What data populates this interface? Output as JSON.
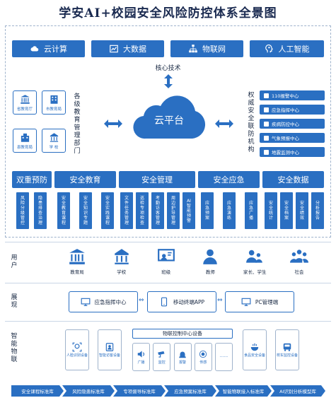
{
  "title": "学安AI+校园安全风险防控体系全景图",
  "top_modules": [
    {
      "label": "云计算",
      "icon": "cloud-icon"
    },
    {
      "label": "大数据",
      "icon": "chart-icon"
    },
    {
      "label": "物联网",
      "icon": "network-icon"
    },
    {
      "label": "人工智能",
      "icon": "ai-head-icon"
    }
  ],
  "core_label": "核心技术",
  "cloud_label": "云平台",
  "left_orgs": [
    {
      "label": "省教育厅",
      "icon": "bank-icon"
    },
    {
      "label": "市教育局",
      "icon": "building-icon"
    },
    {
      "label": "县教育局",
      "icon": "building-icon"
    },
    {
      "label": "学 校",
      "icon": "school-icon"
    }
  ],
  "left_caption": "各级教育管理部门",
  "right_caption": "权威安全联防机构",
  "right_agencies": [
    {
      "label": "110报警中心"
    },
    {
      "label": "应急指挥中心"
    },
    {
      "label": "疾病防控中心"
    },
    {
      "label": "气象预报中心"
    },
    {
      "label": "地震监测中心"
    }
  ],
  "categories": [
    {
      "label": "双重预防",
      "items": [
        "风险分级管控",
        "隐患排查治理"
      ]
    },
    {
      "label": "安全教育",
      "items": [
        "安全教育课程",
        "安全知识专题",
        "安全实践课程"
      ]
    },
    {
      "label": "安全管理",
      "items": [
        "文件任务管理",
        "巡检专项检查",
        "考勤访客管理",
        "周边护导管理",
        "AI智能预警"
      ]
    },
    {
      "label": "安全应急",
      "items": [
        "应急预案",
        "应急演练",
        "应急广播"
      ]
    },
    {
      "label": "安全数据",
      "items": [
        "安全统计",
        "安全档案",
        "安全绩效",
        "分析报告"
      ]
    }
  ],
  "users_label": "用户",
  "users": [
    {
      "label": "教育局",
      "icon": "bank-icon"
    },
    {
      "label": "学校",
      "icon": "school-icon"
    },
    {
      "label": "班级",
      "icon": "classroom-icon"
    },
    {
      "label": "教师",
      "icon": "teacher-icon"
    },
    {
      "label": "家长、学生",
      "icon": "family-icon"
    },
    {
      "label": "社会",
      "icon": "group-icon"
    }
  ],
  "display_label": "展现",
  "display": [
    {
      "label": "应急指挥中心",
      "icon": "monitor-icon"
    },
    {
      "label": "移动终端APP",
      "icon": "phone-icon"
    },
    {
      "label": "PC管理端",
      "icon": "pc-icon"
    }
  ],
  "iot_label": "智能物联",
  "iot_center": "物联控制中心设备",
  "iot_side_left": [
    {
      "label": "人脸识别设备",
      "icon": "face-icon"
    },
    {
      "label": "智能访客设备",
      "icon": "visitor-icon"
    }
  ],
  "iot_center_devices": [
    {
      "label": "广播",
      "icon": "speaker-icon"
    },
    {
      "label": "监控",
      "icon": "camera-icon"
    },
    {
      "label": "报警",
      "icon": "alarm-icon"
    },
    {
      "label": "传感",
      "icon": "sensor-icon"
    },
    {
      "label": "······",
      "icon": "more-icon"
    }
  ],
  "iot_side_right": [
    {
      "label": "食品安全设备",
      "icon": "food-icon"
    },
    {
      "label": "校车监控设备",
      "icon": "bus-icon"
    }
  ],
  "standards": [
    "安全课程标准库",
    "风险隐患标准库",
    "专项督导标准库",
    "应急预案标准库",
    "智能物联接入标准库",
    "AI识别分析模型库"
  ],
  "colors": {
    "primary": "#2a6fc2",
    "frame": "#9fb3cc",
    "text": "#1a2a44"
  }
}
